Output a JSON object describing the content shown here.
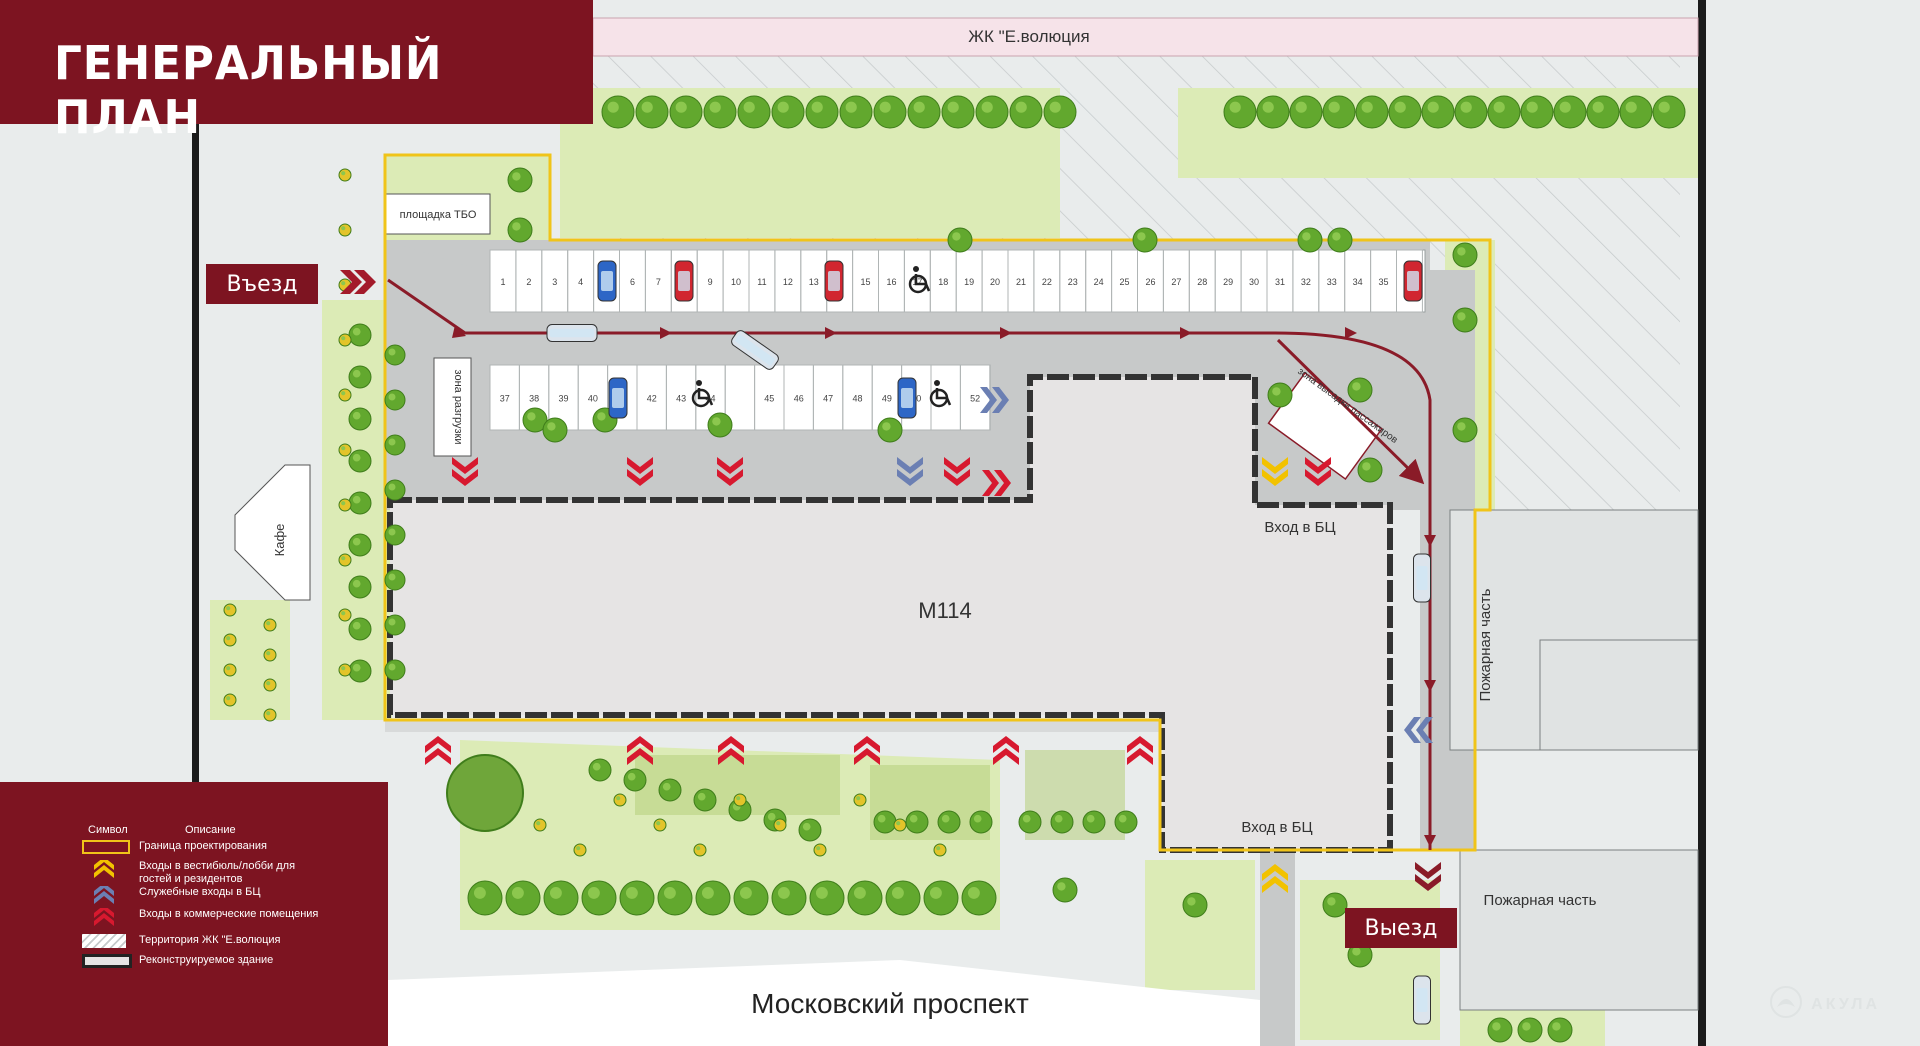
{
  "header": {
    "title": "ГЕНЕРАЛЬНЫЙ ПЛАН"
  },
  "labels": {
    "neighbor": "ЖК \"Е.волюция",
    "tbo": "площадка ТБО",
    "unloading": "зона разгрузки",
    "cafe": "Кафе",
    "building": "М114",
    "entrance_bc": "Вход в БЦ",
    "fire_station": "Пожарная часть",
    "street": "Московский проспект",
    "dropoff": "зона высадки пассажиров"
  },
  "entry": {
    "label": "Въезд"
  },
  "exit": {
    "label": "Выезд"
  },
  "parking": {
    "top_row": [
      "1",
      "2",
      "3",
      "4",
      "",
      "6",
      "7",
      "",
      "9",
      "10",
      "11",
      "12",
      "13",
      "",
      "15",
      "16",
      "17",
      "18",
      "19",
      "20",
      "21",
      "22",
      "23",
      "24",
      "25",
      "26",
      "27",
      "28",
      "29",
      "30",
      "31",
      "32",
      "33",
      "34",
      "35",
      ""
    ],
    "bottom_row": [
      "37",
      "38",
      "39",
      "40",
      "",
      "42",
      "43",
      "44",
      "",
      "45",
      "46",
      "47",
      "48",
      "49",
      "50",
      "",
      "52"
    ]
  },
  "legend": {
    "symbol_header": "Символ",
    "description_header": "Описание",
    "items": [
      {
        "label": "Граница проектирования",
        "symbol": "yellow-outline"
      },
      {
        "label": "Входы в вестибюль/лобби для гостей и резидентов",
        "symbol": "yellow-chevron"
      },
      {
        "label": "Служебные входы в БЦ",
        "symbol": "blue-chevron"
      },
      {
        "label": "Входы в коммерческие помещения",
        "symbol": "red-chevron"
      },
      {
        "label": "Территория ЖК \"Е.волюция",
        "symbol": "hatched"
      },
      {
        "label": "Реконструируемое здание",
        "symbol": "building-outline"
      }
    ]
  },
  "brand": {
    "name": "АКУЛА"
  },
  "colors": {
    "maroon": "#7d1421",
    "boundary_yellow": "#f0c419",
    "red_chevron": "#d7192f",
    "blue_chevron": "#6b7fb3",
    "yellow_chevron": "#f2c200",
    "green_area": "#dcebb6",
    "road": "#c7c9c9"
  }
}
